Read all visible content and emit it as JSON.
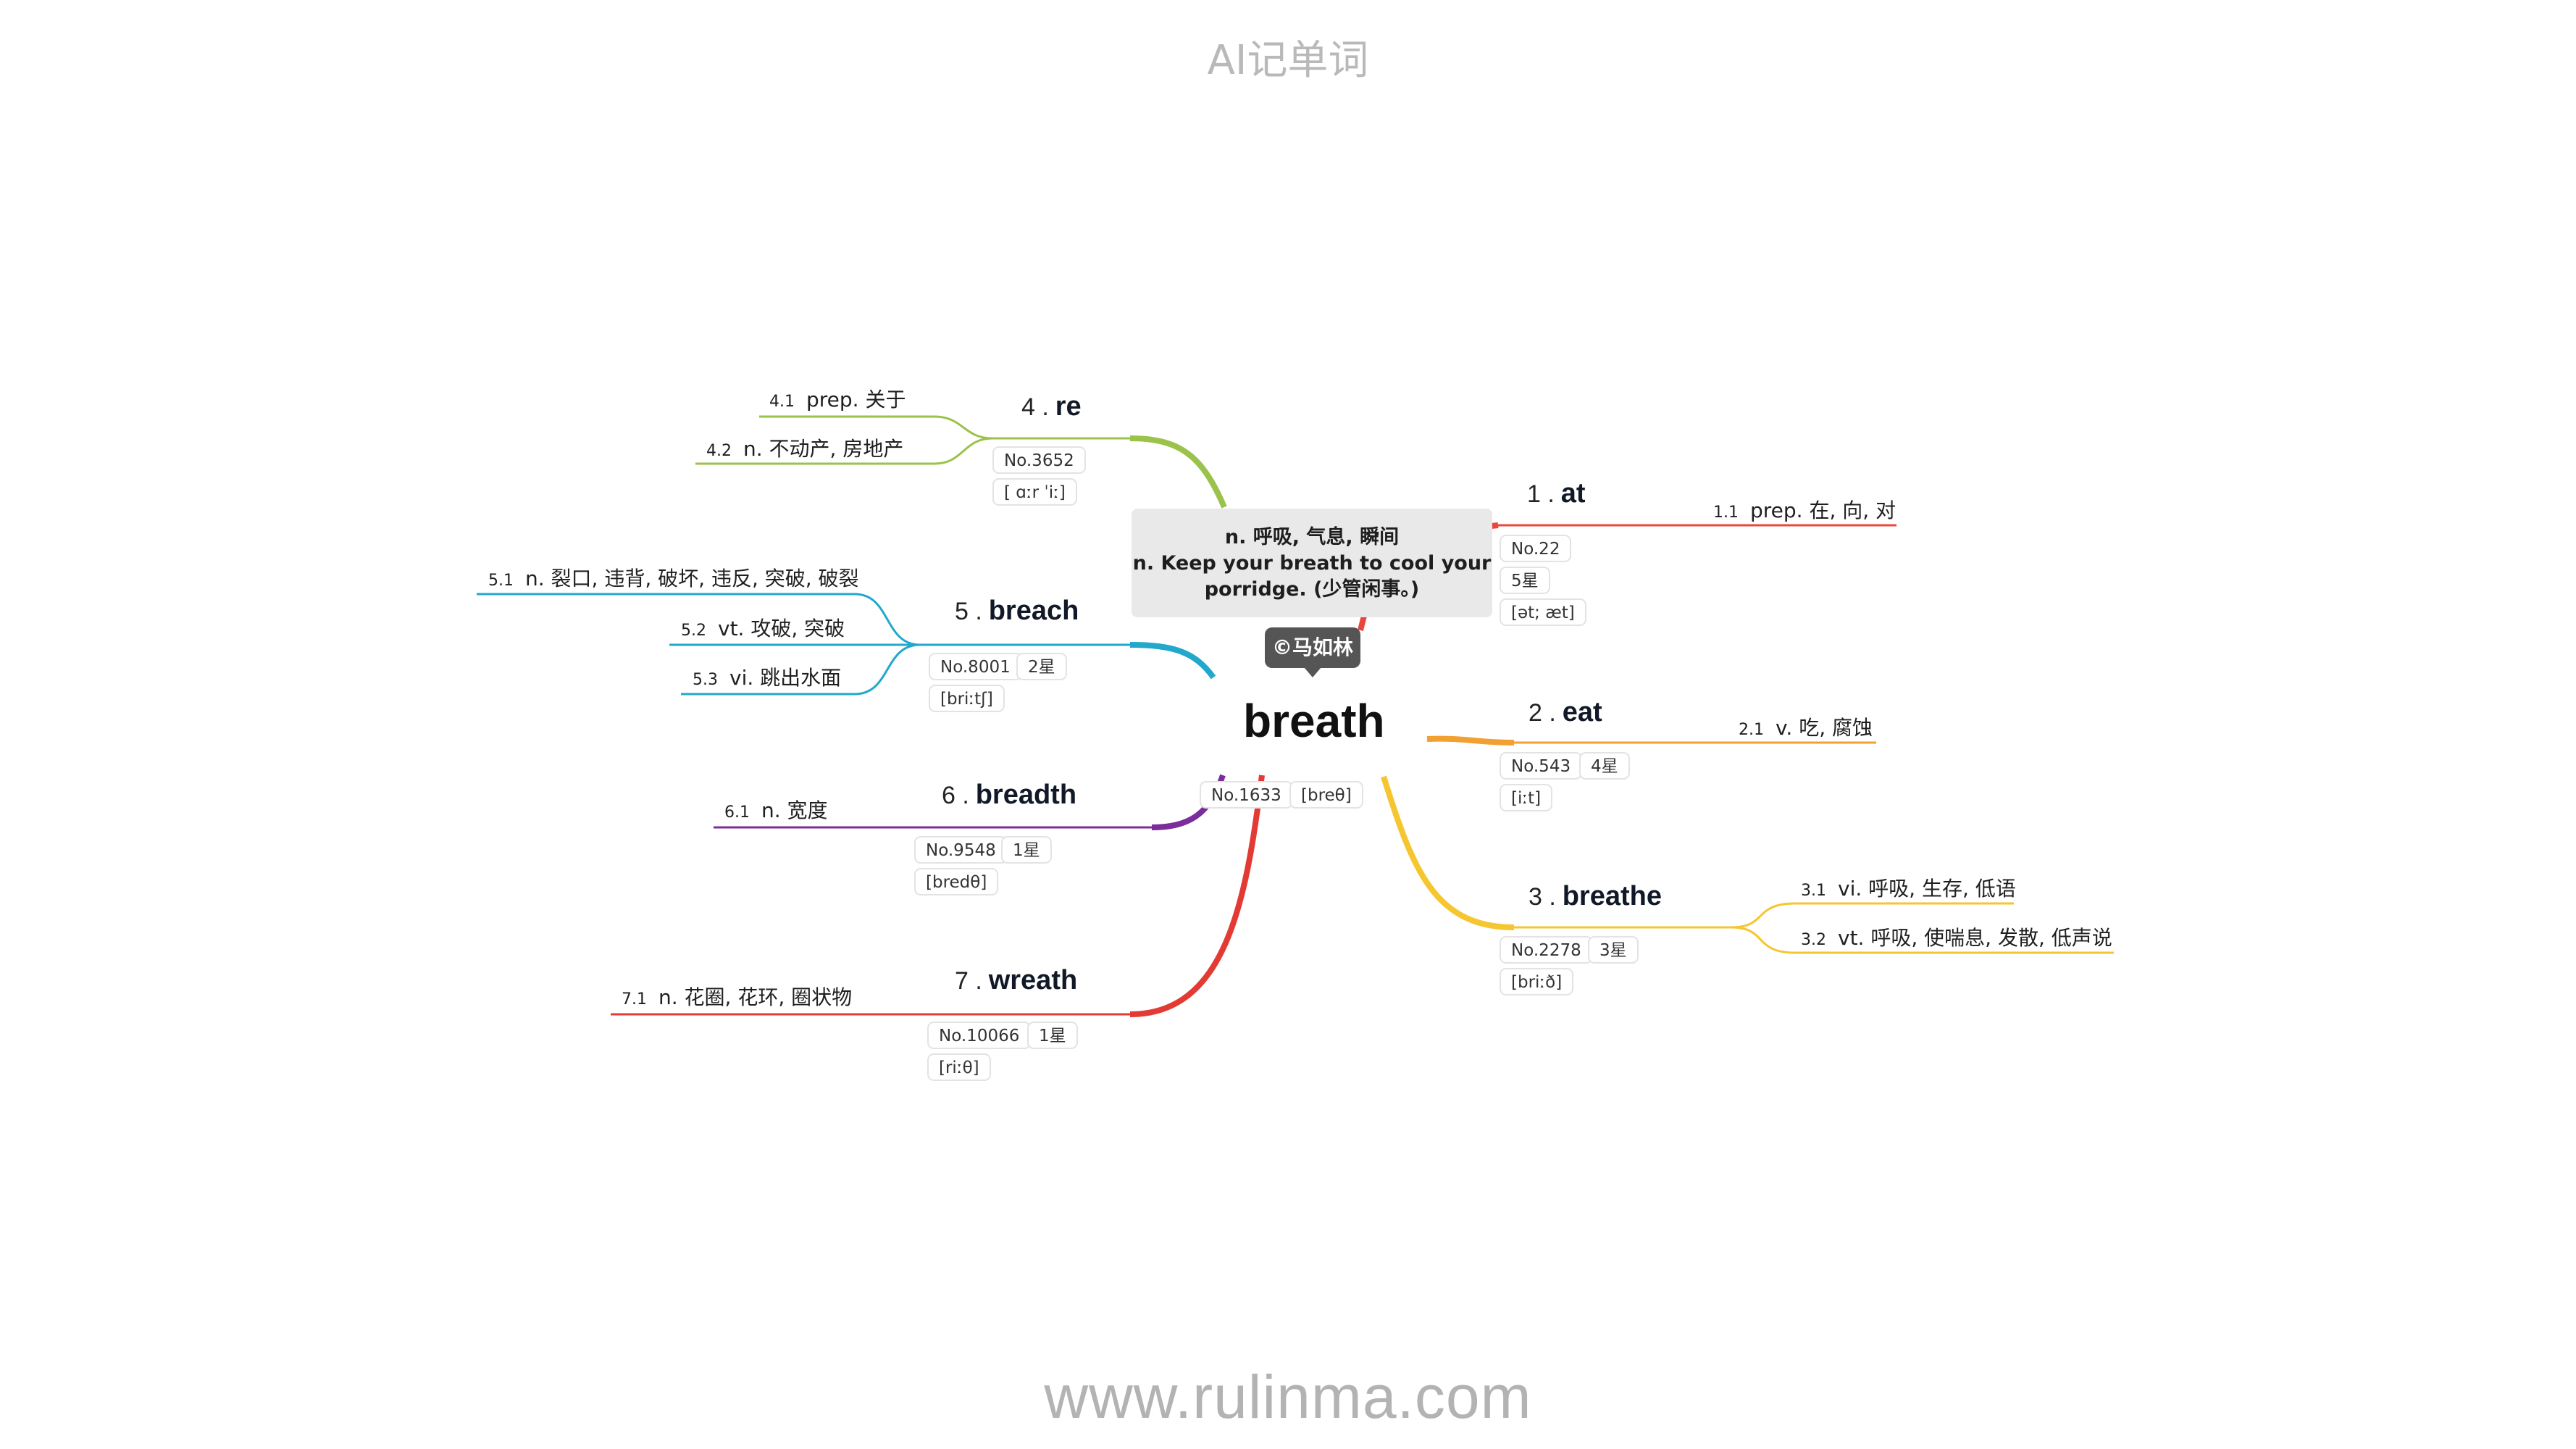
{
  "header": {
    "title": "AI记单词"
  },
  "footer": {
    "url": "www.rulinma.com"
  },
  "center": {
    "word": "breath",
    "no": "No.1633",
    "phonetic": "[breθ]"
  },
  "tooltip": {
    "line1": "n. 呼吸, 气息, 瞬间",
    "line2": "n. Keep your breath to cool your",
    "line3": "porridge. (少管闲事。)"
  },
  "badge": {
    "label": "©马如林"
  },
  "colors": {
    "at": "#e8473b",
    "eat": "#f3a032",
    "breathe": "#f5c630",
    "re": "#9bc24a",
    "breach": "#21a8cc",
    "breadth": "#7b2d9c",
    "wreath": "#e33b34"
  },
  "branches": {
    "at": {
      "num": "1 .",
      "word": "at",
      "no": "No.22",
      "stars": "5星",
      "phonetic": "[ət; æt]",
      "defs": [
        {
          "idx": "1.1",
          "text": "prep. 在, 向, 对"
        }
      ]
    },
    "eat": {
      "num": "2 .",
      "word": "eat",
      "no": "No.543",
      "stars": "4星",
      "phonetic": "[iːt]",
      "defs": [
        {
          "idx": "2.1",
          "text": "v. 吃, 腐蚀"
        }
      ]
    },
    "breathe": {
      "num": "3 .",
      "word": "breathe",
      "no": "No.2278",
      "stars": "3星",
      "phonetic": "[briːð]",
      "defs": [
        {
          "idx": "3.1",
          "text": "vi. 呼吸, 生存, 低语"
        },
        {
          "idx": "3.2",
          "text": "vt. 呼吸, 使喘息, 发散, 低声说"
        }
      ]
    },
    "re": {
      "num": "4 .",
      "word": "re",
      "no": "No.3652",
      "phonetic": "[ ɑːr ˈiː]",
      "defs": [
        {
          "idx": "4.1",
          "text": "prep. 关于"
        },
        {
          "idx": "4.2",
          "text": "n. 不动产, 房地产"
        }
      ]
    },
    "breach": {
      "num": "5 .",
      "word": "breach",
      "no": "No.8001",
      "stars": "2星",
      "phonetic": "[briːtʃ]",
      "defs": [
        {
          "idx": "5.1",
          "text": "n. 裂口, 违背, 破坏, 违反, 突破, 破裂"
        },
        {
          "idx": "5.2",
          "text": "vt. 攻破, 突破"
        },
        {
          "idx": "5.3",
          "text": "vi. 跳出水面"
        }
      ]
    },
    "breadth": {
      "num": "6 .",
      "word": "breadth",
      "no": "No.9548",
      "stars": "1星",
      "phonetic": "[bredθ]",
      "defs": [
        {
          "idx": "6.1",
          "text": "n. 宽度"
        }
      ]
    },
    "wreath": {
      "num": "7 .",
      "word": "wreath",
      "no": "No.10066",
      "stars": "1星",
      "phonetic": "[riːθ]",
      "defs": [
        {
          "idx": "7.1",
          "text": "n. 花圈, 花环, 圈状物"
        }
      ]
    }
  }
}
